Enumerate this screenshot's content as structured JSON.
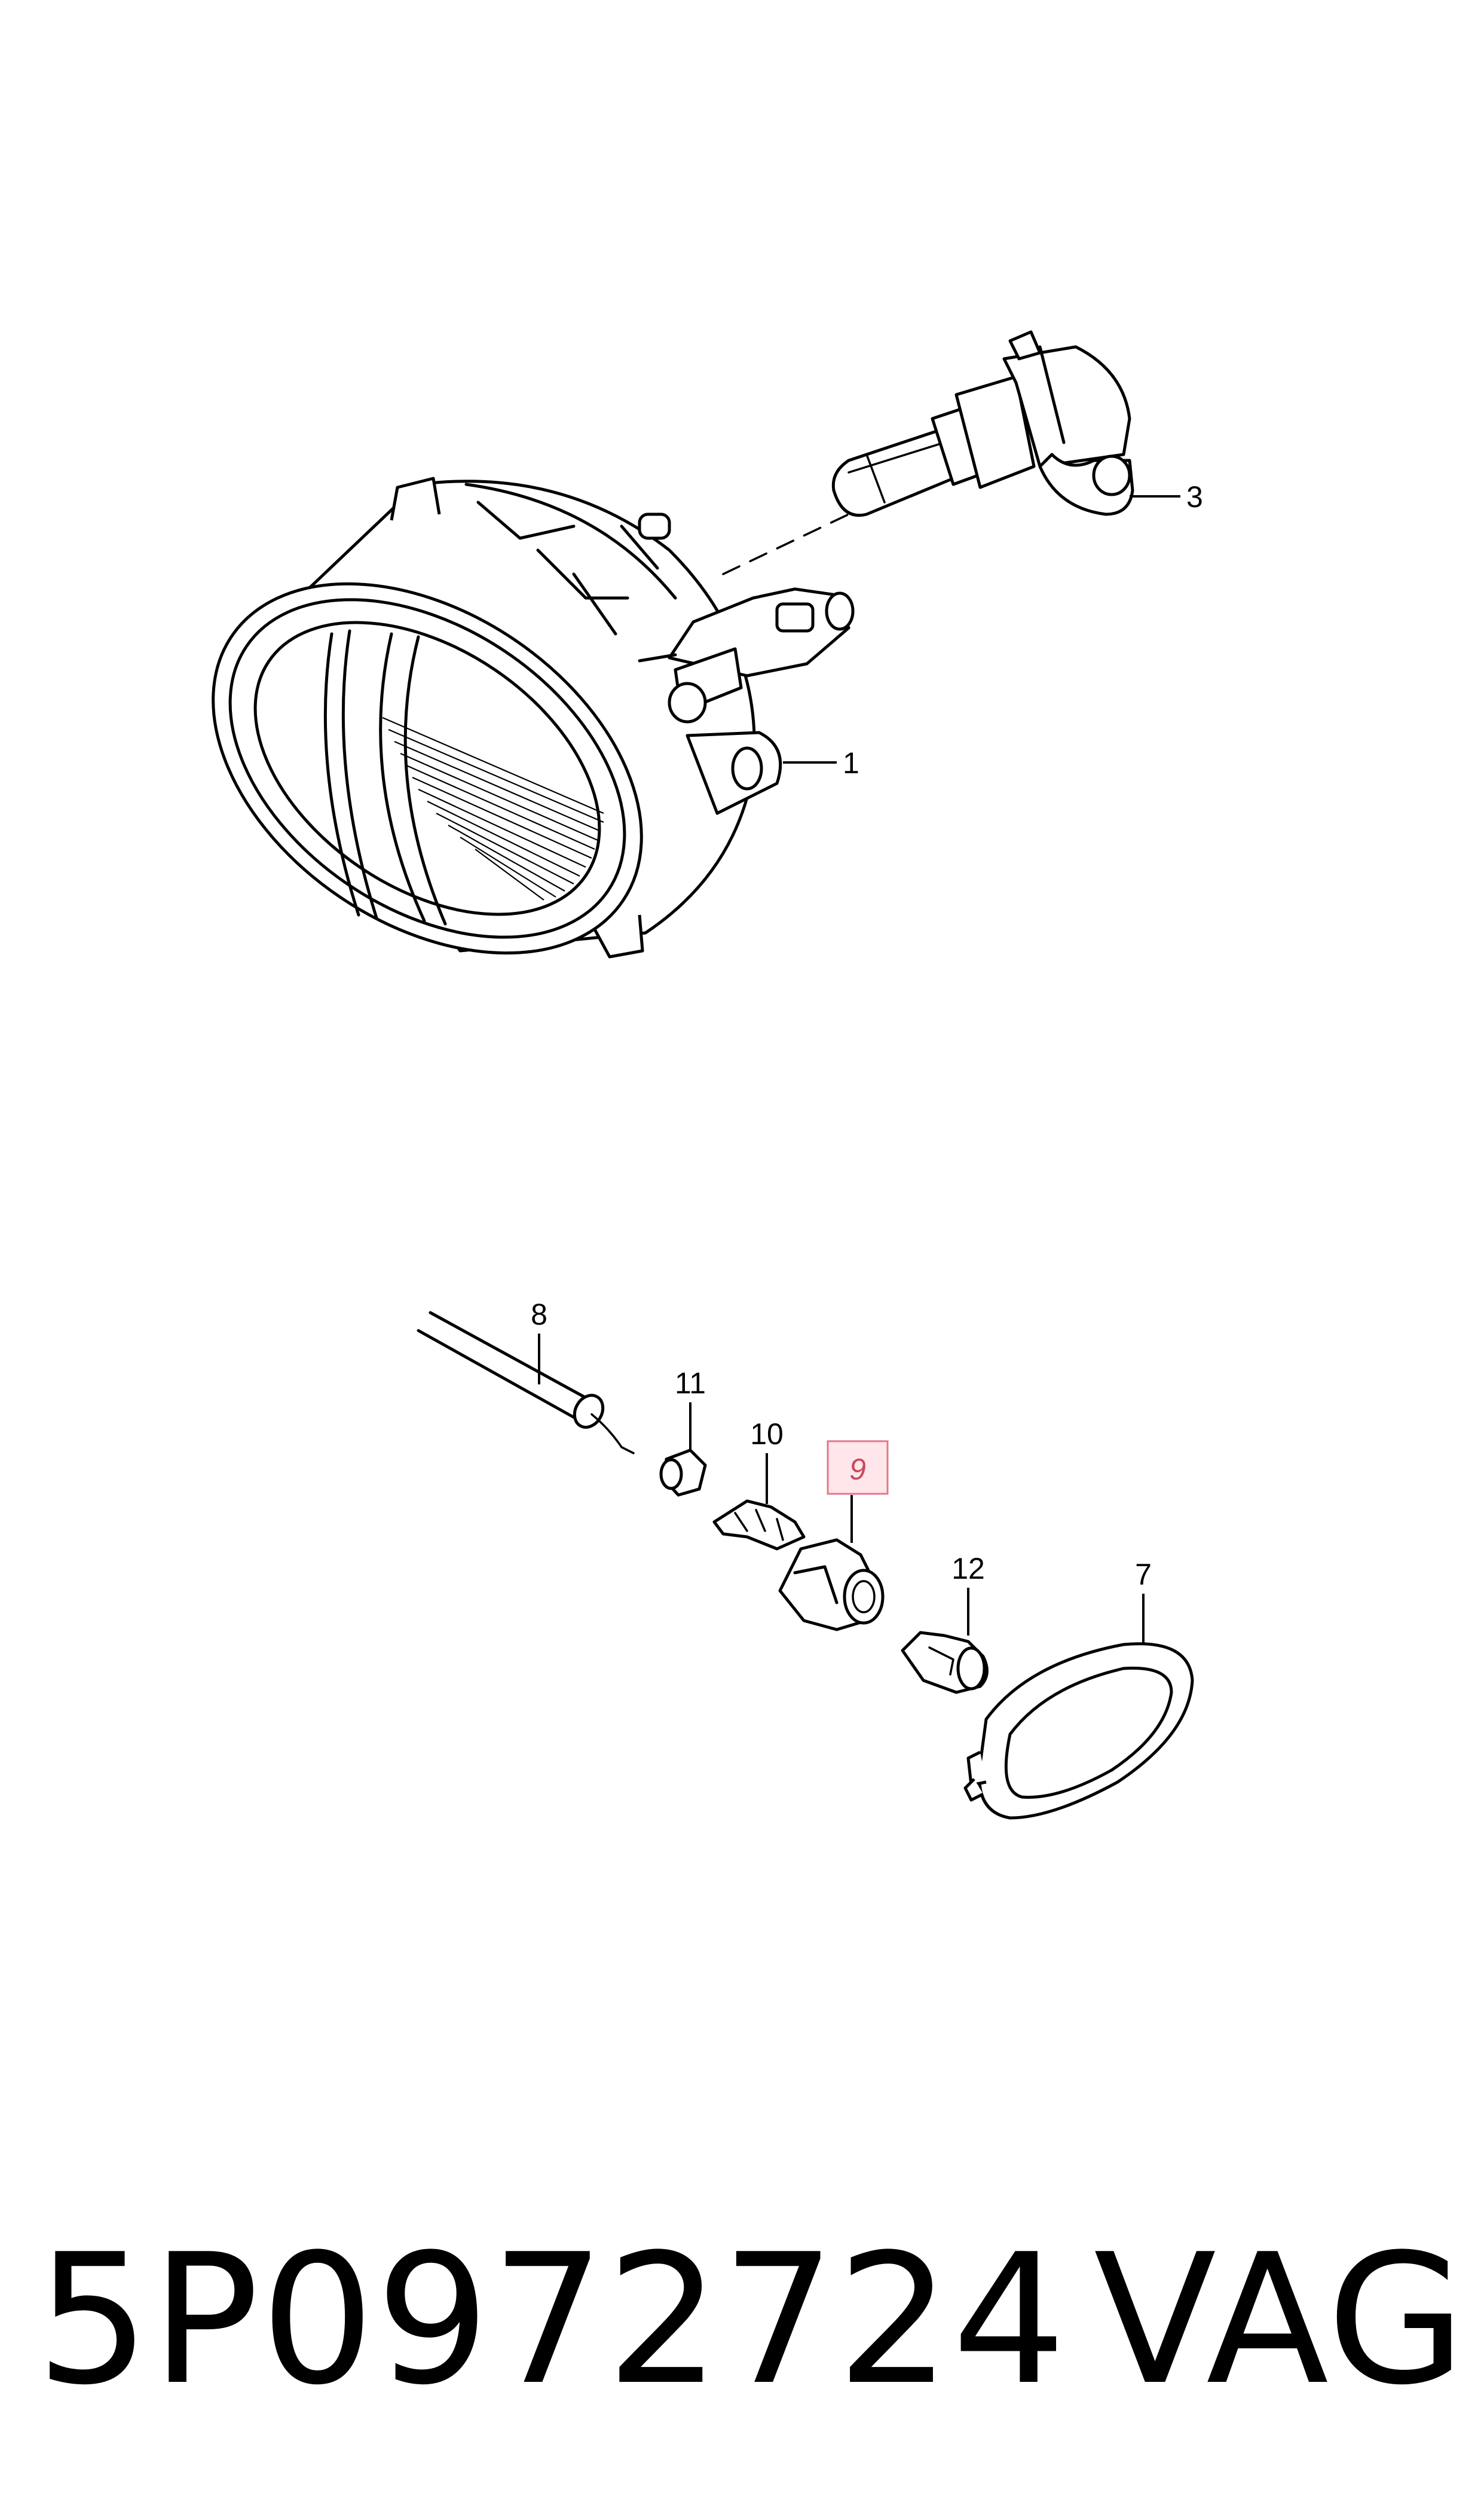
{
  "callouts": {
    "c1": "1",
    "c3": "3",
    "c7": "7",
    "c8": "8",
    "c9": "9",
    "c10": "10",
    "c11": "11",
    "c12": "12"
  },
  "highlight_color": "#e07a8a",
  "footer": {
    "part_number": "5P0972724",
    "brand": "VAG"
  }
}
